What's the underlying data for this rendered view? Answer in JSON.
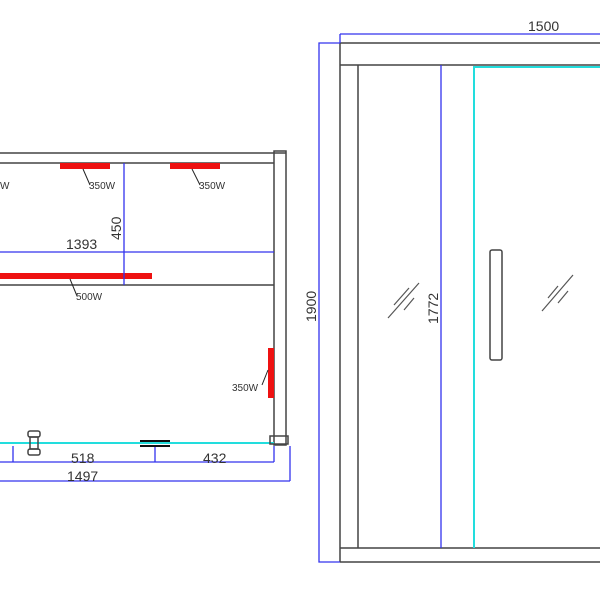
{
  "plan_view": {
    "heaters": [
      {
        "label": "W"
      },
      {
        "label": "350W"
      },
      {
        "label": "350W"
      },
      {
        "label": "500W"
      },
      {
        "label": "350W"
      }
    ],
    "dimensions": {
      "inner_width": "1393",
      "bench_depth": "450",
      "segment_a": "518",
      "segment_b": "432",
      "overall_width": "1497"
    }
  },
  "front_view": {
    "dimensions": {
      "overall_width": "1500",
      "overall_height": "1900",
      "door_height": "1772"
    }
  },
  "colors": {
    "heater": "#ee1111",
    "dimension": "#3333ee",
    "glass": "#22dddd",
    "frame": "#444444"
  }
}
